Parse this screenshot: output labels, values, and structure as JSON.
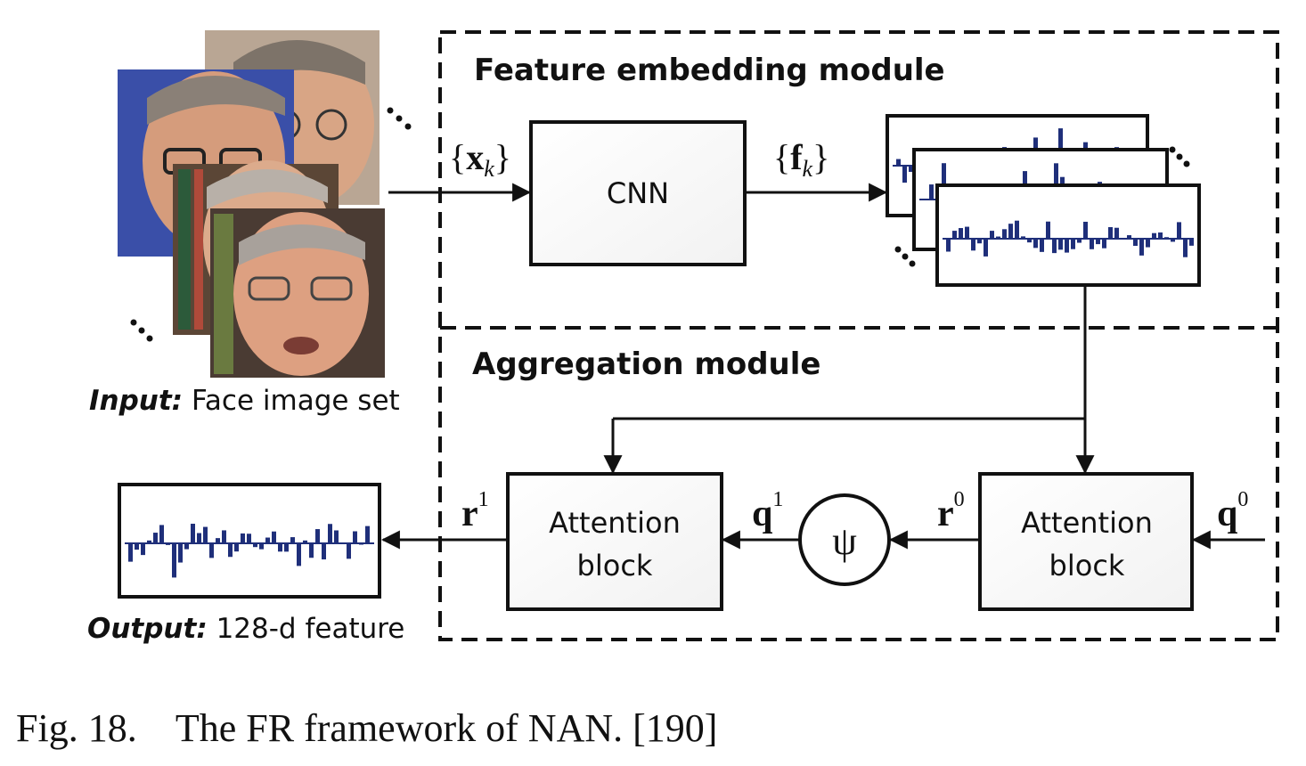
{
  "modules": {
    "feature_title": "Feature embedding module",
    "aggregation_title": "Aggregation module"
  },
  "blocks": {
    "cnn": "CNN",
    "attention1_line1": "Attention",
    "attention1_line2": "block",
    "attention0_line1": "Attention",
    "attention0_line2": "block",
    "psi": "ψ"
  },
  "labels": {
    "input_bold": "Input:",
    "input_text": " Face image set",
    "output_bold": "Output:",
    "output_text": " 128-d feature",
    "xk_brace_open": "{",
    "xk_var": "x",
    "xk_sub": "k",
    "xk_brace_close": "}",
    "fk_brace_open": "{",
    "fk_var": "f",
    "fk_sub": "k",
    "fk_brace_close": "}",
    "r1_var": "r",
    "r1_sup": "1",
    "q1_var": "q",
    "q1_sup": "1",
    "r0_var": "r",
    "r0_sup": "0",
    "q0_var": "q",
    "q0_sup": "0"
  },
  "caption": "Fig. 18.    The FR framework of NAN. [190]",
  "colors": {
    "bar": "#1f2f7a",
    "stroke": "#111111",
    "box_fill": "#ffffff",
    "skin": "#d9a07e",
    "hair": "#8c8279",
    "bg_blue": "#3a4fa8",
    "shelf": "#5b4636"
  }
}
